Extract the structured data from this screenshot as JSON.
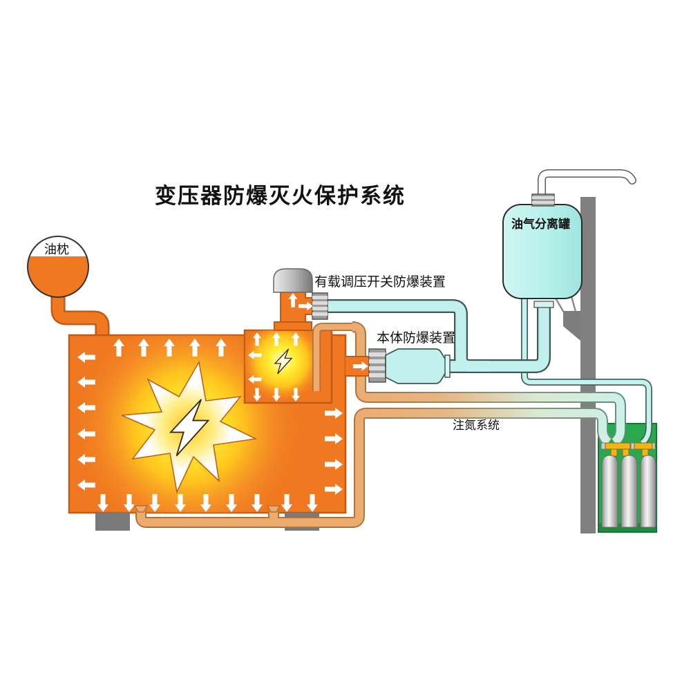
{
  "title": "变压器防爆灭火保护系统",
  "labels": {
    "conservator": "油枕",
    "oltc_device": "有载调压开关防爆装置",
    "body_device": "本体防爆装置",
    "separator_tank": "油气分离罐",
    "nitrogen_system": "注氮系统"
  },
  "icons": [
    "lightning-bolt-icon",
    "explosion-starburst-icon",
    "pressure-arrow-icon"
  ],
  "colors": {
    "tank_orange": "#F07820",
    "tank_border": "#C05A14",
    "glow_yellow": "#FFE800",
    "pipe_cyan_fill": "#C2F1ED",
    "pipe_cyan_edge": "#3E5856",
    "pipe_tan_fill": "#EDAB6D",
    "pipe_tan_edge": "#B0703A",
    "cabinet_green": "#2BA84D",
    "manifold_yellow": "#EFB519",
    "wall_gray": "#808080",
    "flange_gray": "#9B9B9B"
  }
}
